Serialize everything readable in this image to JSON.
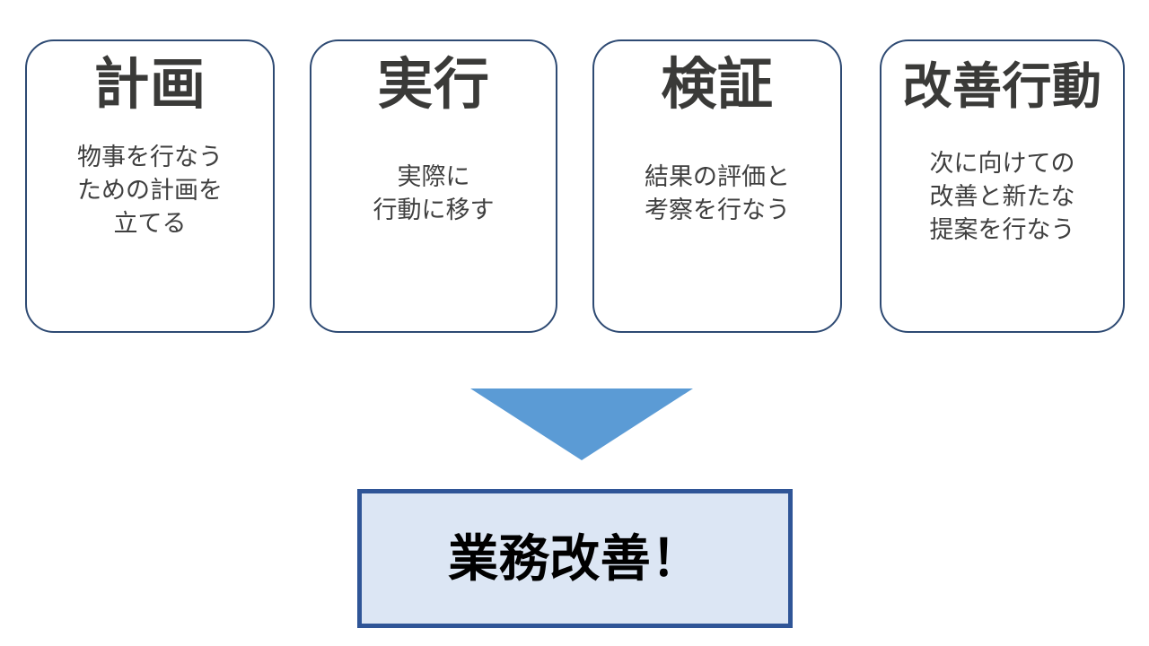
{
  "diagram": {
    "type": "pdca-cycle-flow",
    "background_color": "#ffffff",
    "steps": [
      {
        "title": "計画",
        "body": "物事を行なう\nための計画を\n立てる"
      },
      {
        "title": "実行",
        "body": "実際に\n行動に移す"
      },
      {
        "title": "検証",
        "body": "結果の評価と\n考察を行なう"
      },
      {
        "title": "改善行動",
        "body": "次に向けての\n改善と新たな\n提案を行なう"
      }
    ],
    "arrow": {
      "icon": "arrow-down-triangle-icon",
      "color": "#5b9bd5",
      "direction": "down"
    },
    "result": {
      "label": "業務改善！",
      "fill_color": "#dce6f4",
      "border_color": "#2f5597",
      "text_color": "#000000"
    },
    "colors": {
      "card_border": "#2e4a73",
      "card_fill": "#ffffff",
      "title_text": "#3a3a38",
      "body_text": "#3f3f3f",
      "accent_blue": "#5b9bd5"
    }
  }
}
